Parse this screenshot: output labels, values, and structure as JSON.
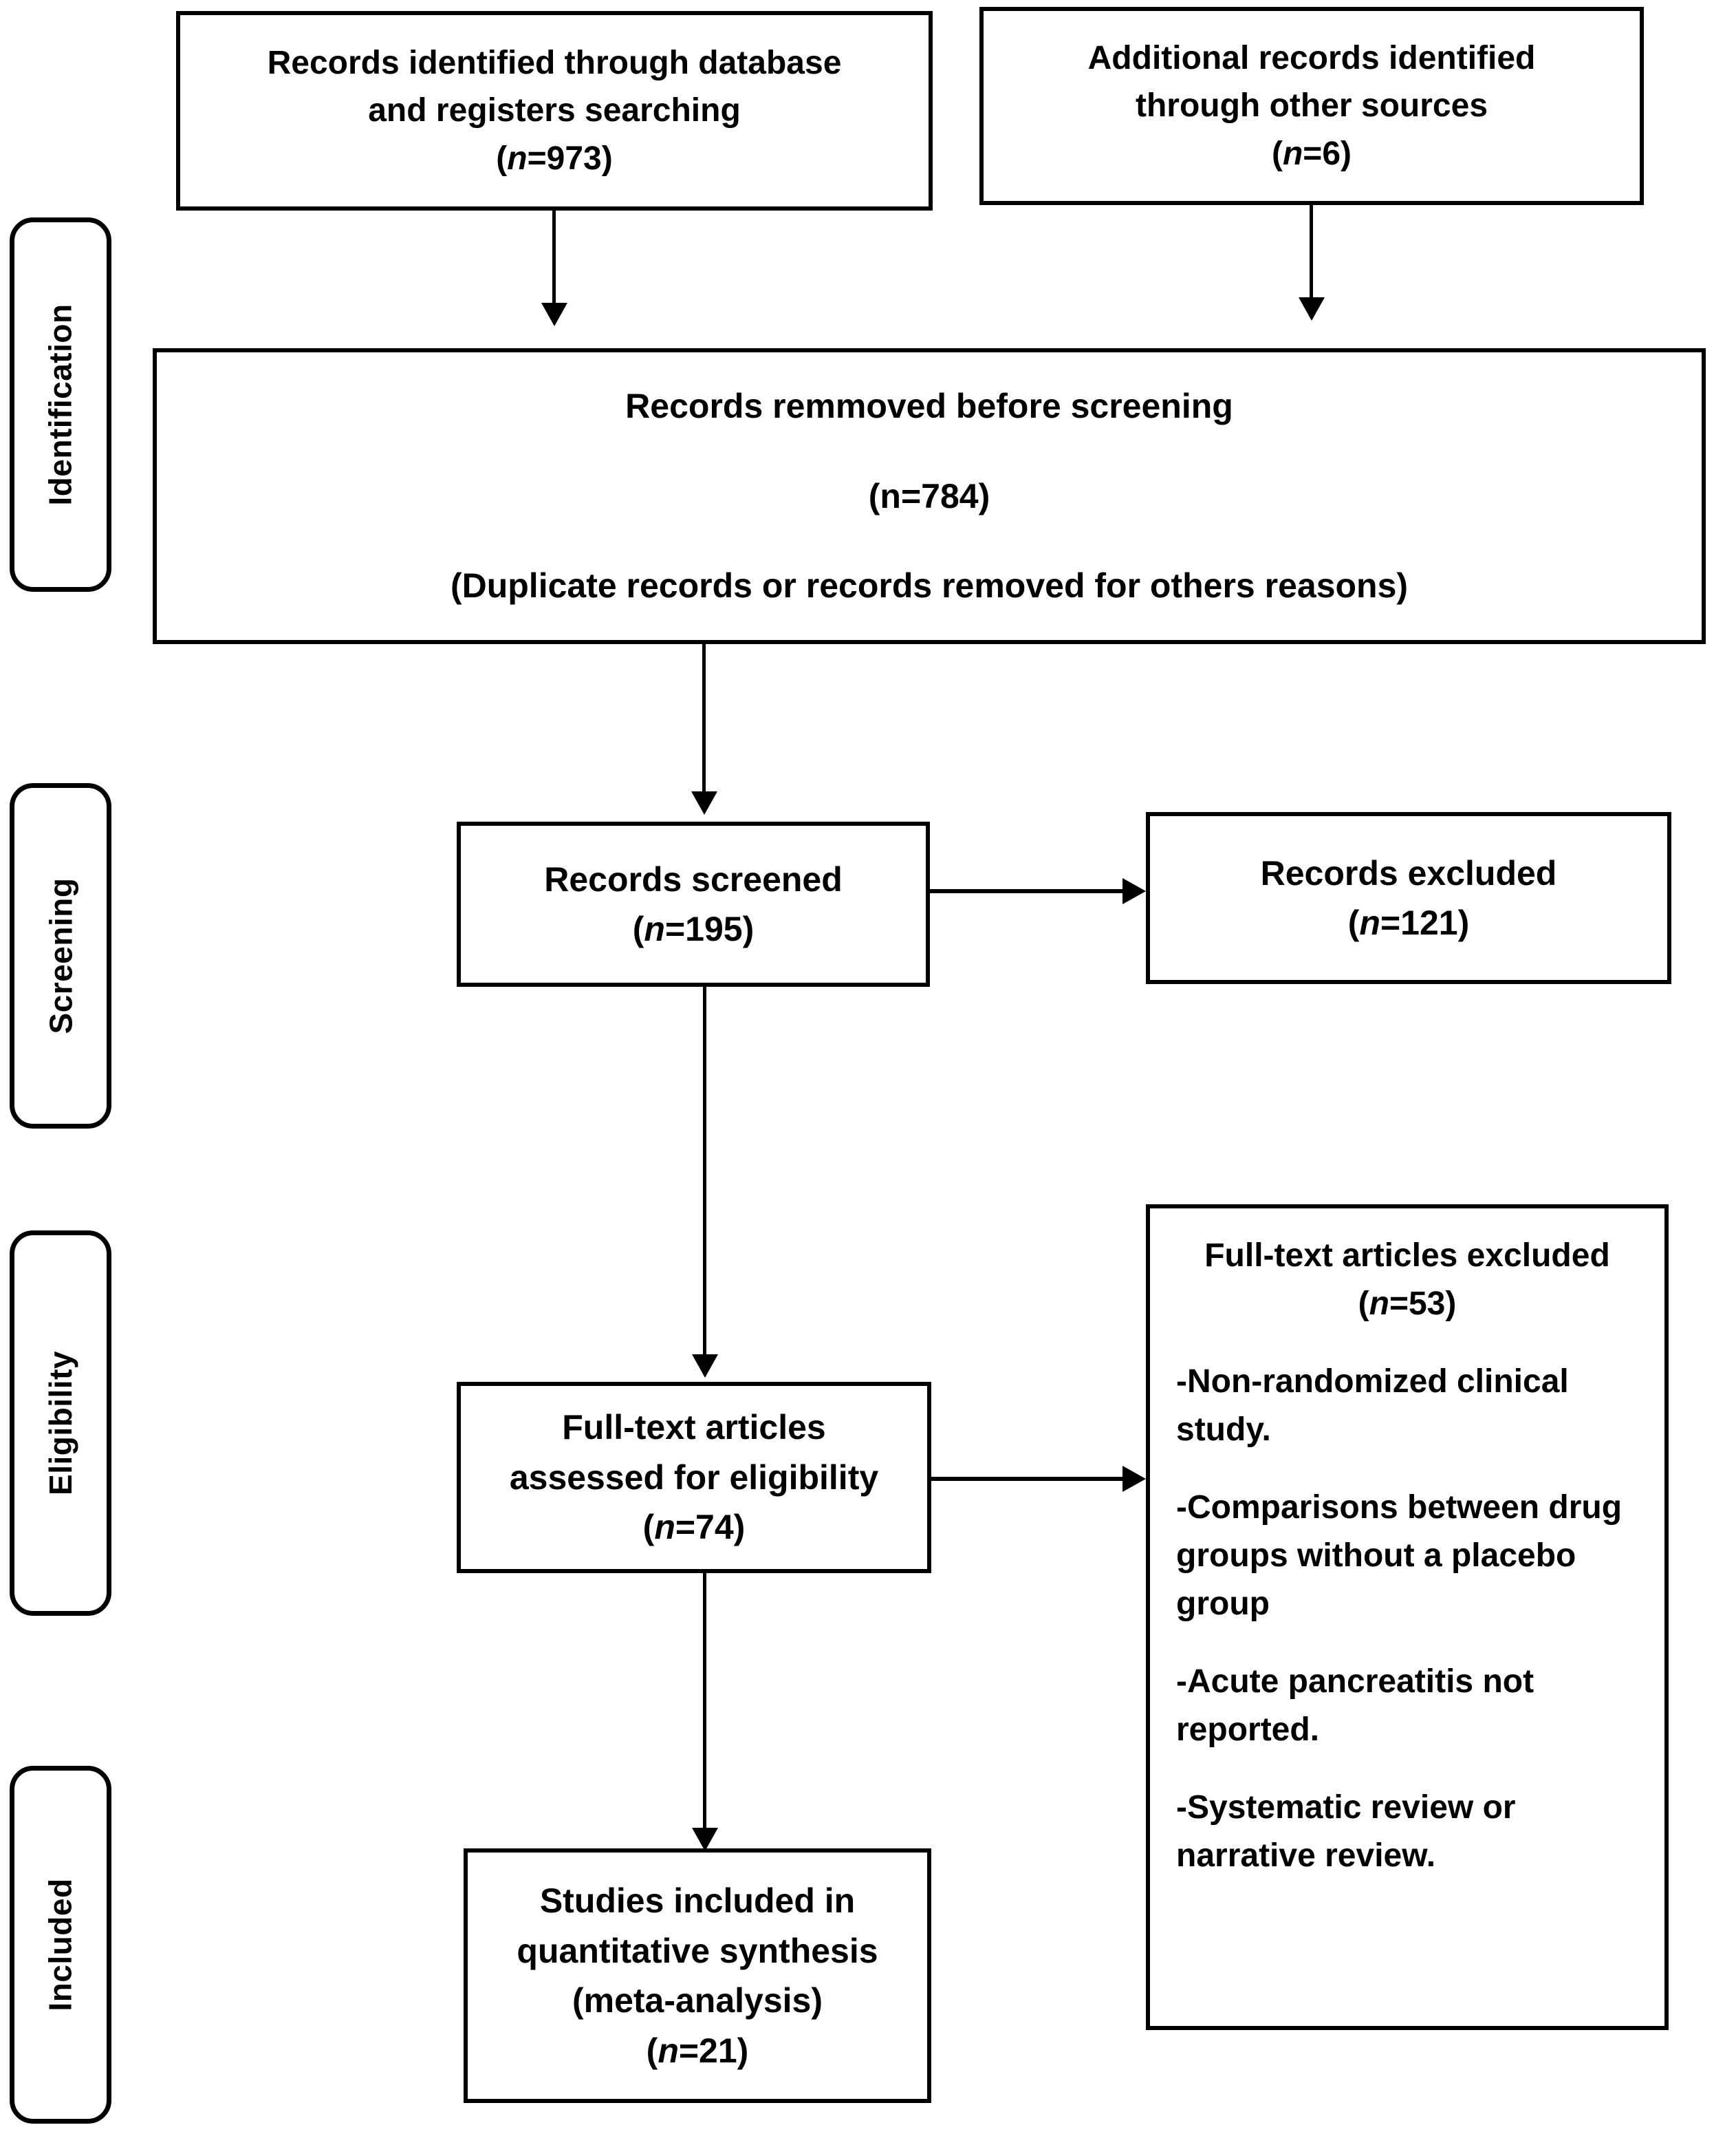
{
  "diagram": {
    "title": "PRISMA flow diagram",
    "type": "flowchart",
    "background_color": "#ffffff",
    "stroke_color": "#000000"
  },
  "stages": [
    {
      "key": "identification",
      "label": "Identification"
    },
    {
      "key": "screening",
      "label": "Screening"
    },
    {
      "key": "eligibility",
      "label": "Eligibility"
    },
    {
      "key": "included",
      "label": "Included"
    }
  ],
  "boxes": {
    "database_search": {
      "line1": "Records identified through database",
      "line2": "and registers searching",
      "n_prefix": "(",
      "n_var": "n",
      "n_value": "=973)",
      "n_full": "(n=973)",
      "count": 973
    },
    "other_sources": {
      "line1": "Additional records identified",
      "line2": "through other sources",
      "n_prefix": "(",
      "n_var": "n",
      "n_value": "=6)",
      "n_full": "(n=6)",
      "count": 6
    },
    "removed_before_screening": {
      "line1": "Records remmoved before screening",
      "line2": "(n=784)",
      "line3": "(Duplicate records or records removed for others reasons)",
      "count": 784
    },
    "records_screened": {
      "line1": "Records screened",
      "n_prefix": "(",
      "n_var": "n",
      "n_value": "=195)",
      "n_full": "(n=195)",
      "count": 195
    },
    "records_excluded": {
      "line1": "Records excluded",
      "n_prefix": "(",
      "n_var": "n",
      "n_value": "=121)",
      "n_full": "(n=121)",
      "count": 121
    },
    "fulltext_assessed": {
      "line1": "Full-text articles",
      "line2": "assessed for eligibility",
      "n_prefix": "(",
      "n_var": "n",
      "n_value": "=74)",
      "n_full": "(n=74)",
      "count": 74
    },
    "fulltext_excluded": {
      "heading": "Full-text articles excluded",
      "n_prefix": "(",
      "n_var": "n",
      "n_value": "=53)",
      "n_full": "(n=53)",
      "count": 53,
      "reasons": [
        "-Non-randomized clinical study.",
        "-Comparisons between drug groups without a placebo group",
        "-Acute pancreatitis not reported.",
        "-Systematic review or narrative review."
      ]
    },
    "studies_included": {
      "line1": "Studies included in",
      "line2": "quantitative synthesis",
      "line3": "(meta-analysis)",
      "n_prefix": "(",
      "n_var": "n",
      "n_value": "=21)",
      "n_full": "(n=21)",
      "count": 21
    }
  }
}
